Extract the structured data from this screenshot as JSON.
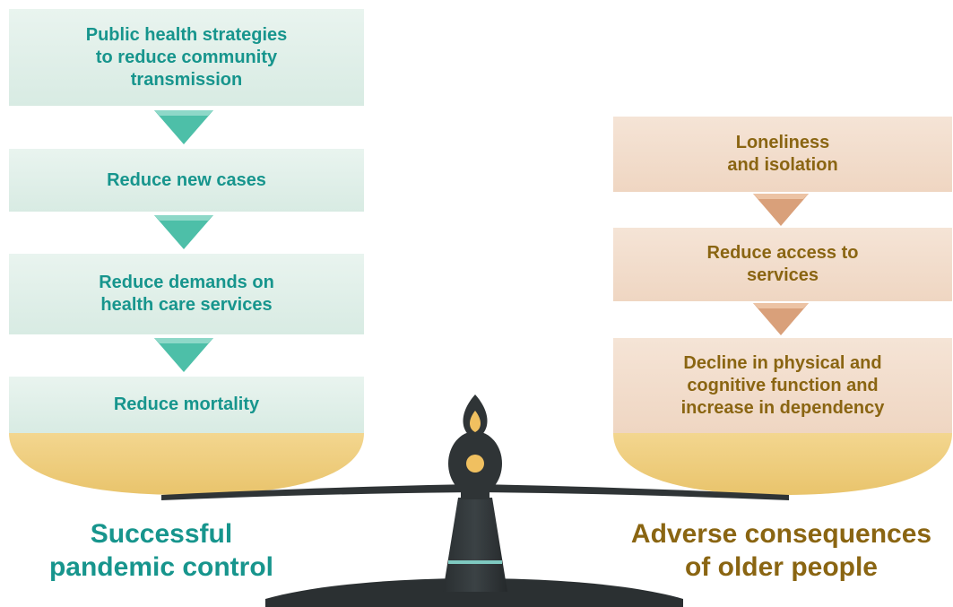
{
  "left_stack": {
    "boxes": [
      {
        "line1": "Public health strategies",
        "line2": "to reduce community",
        "line3": "transmission"
      },
      {
        "line1": "Reduce new cases"
      },
      {
        "line1": "Reduce demands on",
        "line2": "health care services"
      },
      {
        "line1": "Reduce mortality"
      }
    ],
    "caption_line1": "Successful",
    "caption_line2": "pandemic control",
    "color": "#17958d"
  },
  "right_stack": {
    "boxes": [
      {
        "line1": "Loneliness",
        "line2": "and isolation"
      },
      {
        "line1": "Reduce access to",
        "line2": "services"
      },
      {
        "line1": "Decline in physical and",
        "line2": "cognitive function and",
        "line3": "increase in dependency"
      }
    ],
    "caption_line1": "Adverse consequences",
    "caption_line2": "of older people",
    "color": "#8a6512"
  },
  "colors": {
    "teal_arrow": "#4dbfa8",
    "peach_arrow": "#d9a07a",
    "pan": "#efcb7b",
    "scale_body": "#2f3436",
    "finial": "#f0c060"
  }
}
